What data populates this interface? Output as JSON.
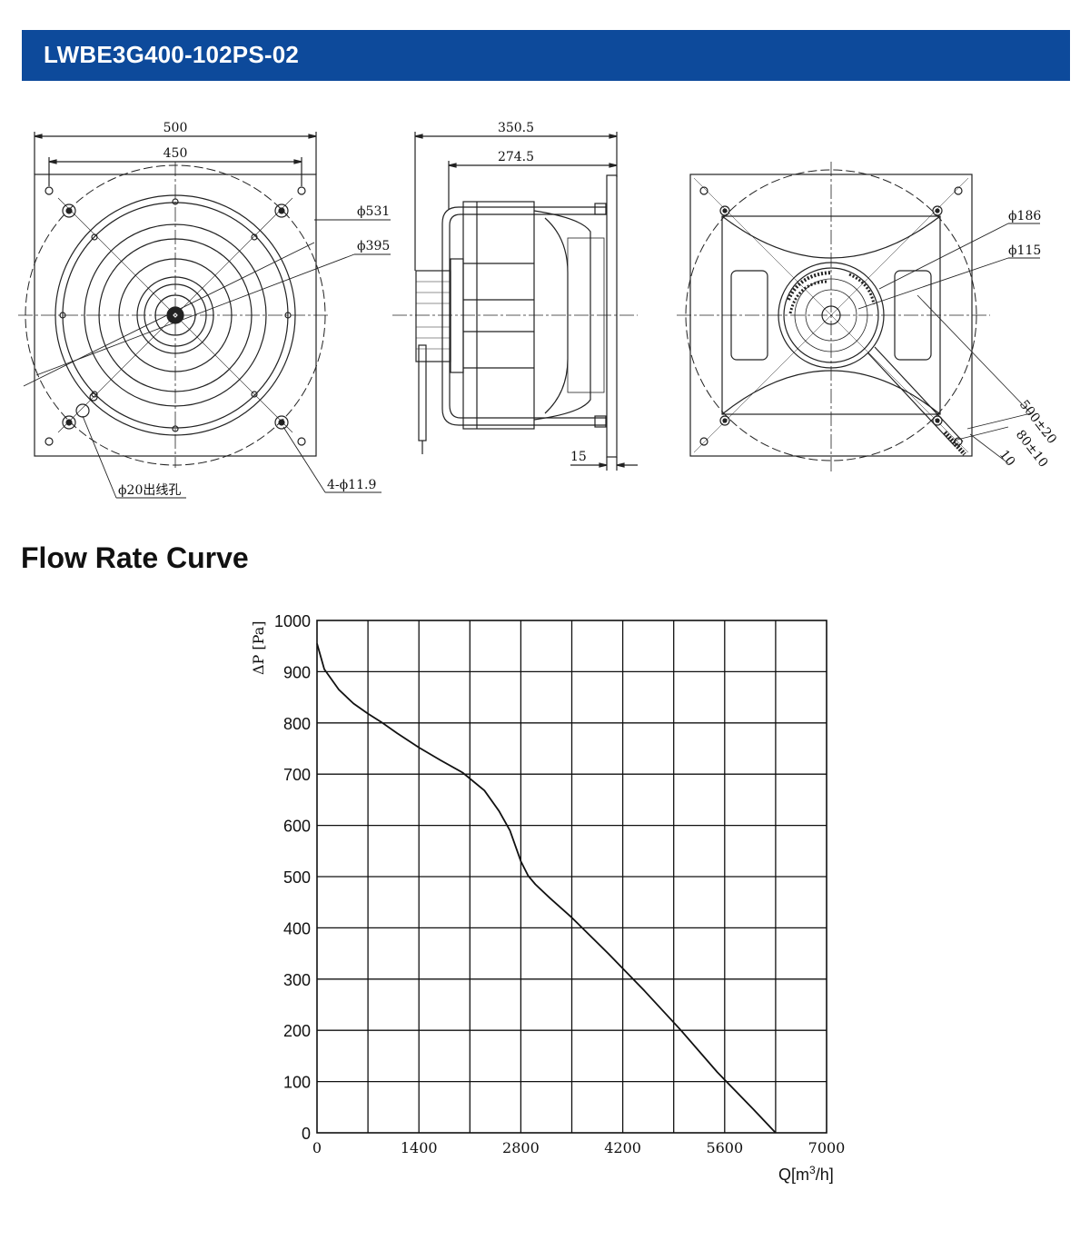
{
  "header": {
    "model": "LWBE3G400-102PS-02",
    "bg_color": "#0d4a9b"
  },
  "drawings": {
    "front": {
      "w500": "500",
      "w450": "450",
      "d531": "ϕ531",
      "d395": "ϕ395",
      "hole20": "ϕ20出线孔",
      "holes": "4-ϕ11.9"
    },
    "side": {
      "d3505": "350.5",
      "d2745": "274.5",
      "d15": "15"
    },
    "rear": {
      "d186": "ϕ186",
      "d115": "ϕ115",
      "cable1": "500±20",
      "cable2": "80±10",
      "cable3": "10"
    }
  },
  "section_title": "Flow Rate Curve",
  "chart_data": {
    "type": "line",
    "title": "",
    "xlabel": "Q[m³/h]",
    "xlabel_parts": {
      "base": "Q[m",
      "sup": "3",
      "tail": "/h]"
    },
    "ylabel": "ΔP [Pa]",
    "xlim": [
      0,
      7000
    ],
    "ylim": [
      0,
      1000
    ],
    "x_ticks": [
      "0",
      "1400",
      "2800",
      "4200",
      "5600",
      "7000"
    ],
    "y_ticks": [
      "0",
      "100",
      "200",
      "300",
      "400",
      "500",
      "600",
      "700",
      "800",
      "900",
      "1000"
    ],
    "grid": true,
    "series": [
      {
        "x": [
          0,
          100,
          300,
          500,
          700,
          900,
          1100,
          1400,
          1700,
          2000,
          2300,
          2500,
          2650,
          2800,
          2900,
          3000,
          3200,
          3500,
          4000,
          4500,
          5000,
          5500,
          6000,
          6300
        ],
        "y": [
          955,
          905,
          865,
          838,
          818,
          800,
          780,
          752,
          727,
          703,
          668,
          628,
          590,
          530,
          502,
          485,
          458,
          420,
          350,
          277,
          200,
          118,
          45,
          0
        ]
      }
    ]
  }
}
